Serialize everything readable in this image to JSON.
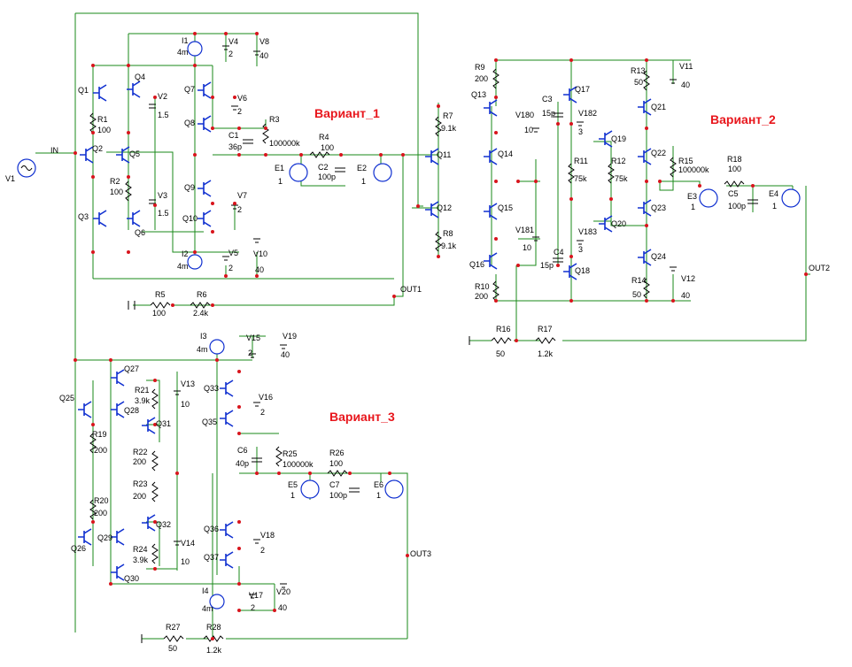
{
  "titles": {
    "v1": "Вариант_1",
    "v2": "Вариант_2",
    "v3": "Вариант_3"
  },
  "colors": {
    "wire": "#1a8a1a",
    "transistor": "#1030d0",
    "node": "#d8141c",
    "title": "#e8161c"
  },
  "labels": [
    {
      "t": "IN"
    },
    {
      "t": "V1"
    },
    {
      "t": "Q1"
    },
    {
      "t": "Q2"
    },
    {
      "t": "Q3"
    },
    {
      "t": "Q4"
    },
    {
      "t": "Q5"
    },
    {
      "t": "Q6"
    },
    {
      "t": "Q7"
    },
    {
      "t": "Q8"
    },
    {
      "t": "Q9"
    },
    {
      "t": "Q10"
    },
    {
      "t": "R1"
    },
    {
      "t": "100"
    },
    {
      "t": "R2"
    },
    {
      "t": "100"
    },
    {
      "t": "V2"
    },
    {
      "t": "1.5"
    },
    {
      "t": "V3"
    },
    {
      "t": "1.5"
    },
    {
      "t": "I1"
    },
    {
      "t": "4m"
    },
    {
      "t": "V4"
    },
    {
      "t": "2"
    },
    {
      "t": "V8"
    },
    {
      "t": "40"
    },
    {
      "t": "V6"
    },
    {
      "t": "2"
    },
    {
      "t": "R3"
    },
    {
      "t": "100000k"
    },
    {
      "t": "C1"
    },
    {
      "t": "36p"
    },
    {
      "t": "R4"
    },
    {
      "t": "100"
    },
    {
      "t": "C2"
    },
    {
      "t": "100p"
    },
    {
      "t": "E1"
    },
    {
      "t": "1"
    },
    {
      "t": "E2"
    },
    {
      "t": "1"
    },
    {
      "t": "V7"
    },
    {
      "t": "2"
    },
    {
      "t": "I2"
    },
    {
      "t": "4m"
    },
    {
      "t": "V5"
    },
    {
      "t": "2"
    },
    {
      "t": "V10"
    },
    {
      "t": "40"
    },
    {
      "t": "R5"
    },
    {
      "t": "100"
    },
    {
      "t": "R6"
    },
    {
      "t": "2.4k"
    },
    {
      "t": "OUT1"
    },
    {
      "t": "R9"
    },
    {
      "t": "200"
    },
    {
      "t": "Q13"
    },
    {
      "t": "R7"
    },
    {
      "t": "9.1k"
    },
    {
      "t": "Q11"
    },
    {
      "t": "Q12"
    },
    {
      "t": "R8"
    },
    {
      "t": "9.1k"
    },
    {
      "t": "Q14"
    },
    {
      "t": "Q15"
    },
    {
      "t": "Q16"
    },
    {
      "t": "R10"
    },
    {
      "t": "200"
    },
    {
      "t": "V180"
    },
    {
      "t": "10"
    },
    {
      "t": "V181"
    },
    {
      "t": "10"
    },
    {
      "t": "C3"
    },
    {
      "t": "15p"
    },
    {
      "t": "C4"
    },
    {
      "t": "15p"
    },
    {
      "t": "Q17"
    },
    {
      "t": "Q18"
    },
    {
      "t": "V182"
    },
    {
      "t": "3"
    },
    {
      "t": "V183"
    },
    {
      "t": "3"
    },
    {
      "t": "R11"
    },
    {
      "t": "75k"
    },
    {
      "t": "R12"
    },
    {
      "t": "75k"
    },
    {
      "t": "Q19"
    },
    {
      "t": "Q20"
    },
    {
      "t": "R13"
    },
    {
      "t": "50"
    },
    {
      "t": "V11"
    },
    {
      "t": "40"
    },
    {
      "t": "Q21"
    },
    {
      "t": "Q22"
    },
    {
      "t": "Q23"
    },
    {
      "t": "Q24"
    },
    {
      "t": "R14"
    },
    {
      "t": "50"
    },
    {
      "t": "V12"
    },
    {
      "t": "40"
    },
    {
      "t": "R15"
    },
    {
      "t": "100000k"
    },
    {
      "t": "R18"
    },
    {
      "t": "100"
    },
    {
      "t": "C5"
    },
    {
      "t": "100p"
    },
    {
      "t": "E3"
    },
    {
      "t": "1"
    },
    {
      "t": "E4"
    },
    {
      "t": "1"
    },
    {
      "t": "OUT2"
    },
    {
      "t": "R16"
    },
    {
      "t": "50"
    },
    {
      "t": "R17"
    },
    {
      "t": "1.2k"
    },
    {
      "t": "I3"
    },
    {
      "t": "4m"
    },
    {
      "t": "V15"
    },
    {
      "t": "2"
    },
    {
      "t": "V19"
    },
    {
      "t": "40"
    },
    {
      "t": "Q27"
    },
    {
      "t": "R21"
    },
    {
      "t": "3.9k"
    },
    {
      "t": "V13"
    },
    {
      "t": "10"
    },
    {
      "t": "Q25"
    },
    {
      "t": "Q28"
    },
    {
      "t": "Q31"
    },
    {
      "t": "R19"
    },
    {
      "t": "200"
    },
    {
      "t": "R22"
    },
    {
      "t": "200"
    },
    {
      "t": "R23"
    },
    {
      "t": "200"
    },
    {
      "t": "R20"
    },
    {
      "t": "200"
    },
    {
      "t": "Q32"
    },
    {
      "t": "Q29"
    },
    {
      "t": "Q26"
    },
    {
      "t": "R24"
    },
    {
      "t": "3.9k"
    },
    {
      "t": "V14"
    },
    {
      "t": "10"
    },
    {
      "t": "Q30"
    },
    {
      "t": "Q33"
    },
    {
      "t": "V16"
    },
    {
      "t": "2"
    },
    {
      "t": "Q35"
    },
    {
      "t": "C6"
    },
    {
      "t": "40p"
    },
    {
      "t": "R25"
    },
    {
      "t": "100000k"
    },
    {
      "t": "R26"
    },
    {
      "t": "100"
    },
    {
      "t": "C7"
    },
    {
      "t": "100p"
    },
    {
      "t": "E5"
    },
    {
      "t": "1"
    },
    {
      "t": "E6"
    },
    {
      "t": "1"
    },
    {
      "t": "OUT3"
    },
    {
      "t": "Q36"
    },
    {
      "t": "V18"
    },
    {
      "t": "2"
    },
    {
      "t": "Q37"
    },
    {
      "t": "I4"
    },
    {
      "t": "4m"
    },
    {
      "t": "V17"
    },
    {
      "t": "2"
    },
    {
      "t": "V20"
    },
    {
      "t": "40"
    },
    {
      "t": "R27"
    },
    {
      "t": "50"
    },
    {
      "t": "R28"
    },
    {
      "t": "1.2k"
    }
  ]
}
